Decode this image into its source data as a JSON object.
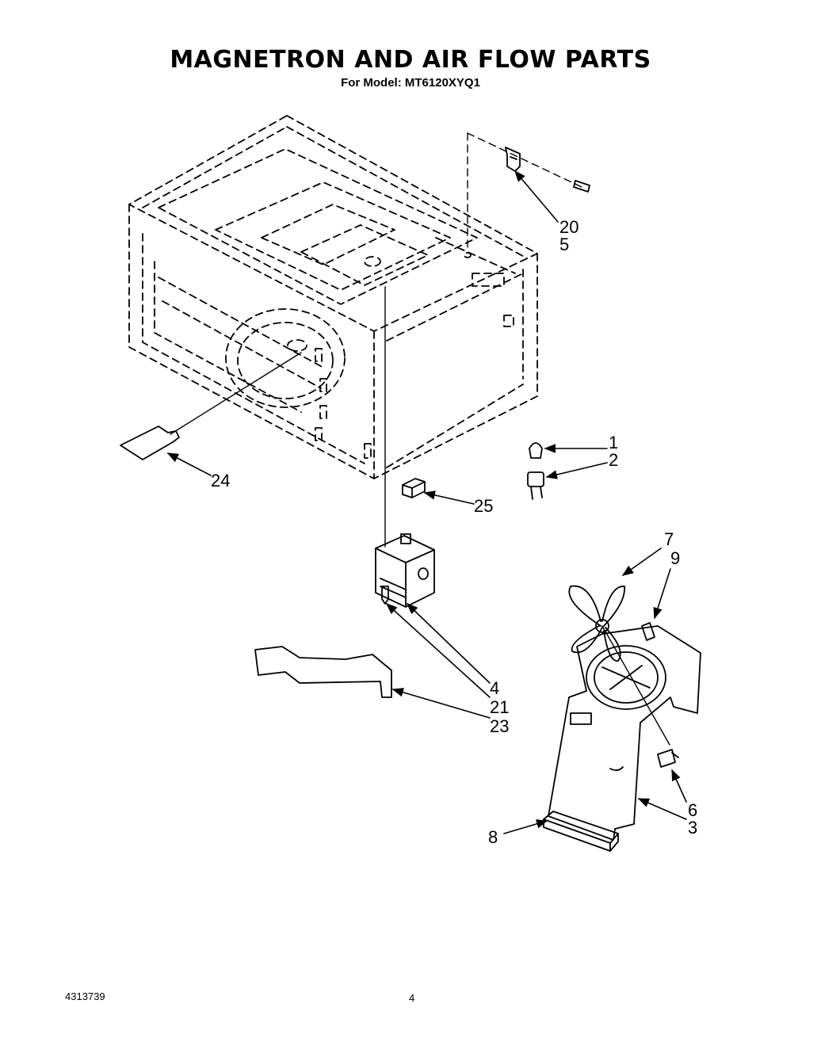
{
  "header": {
    "title": "MAGNETRON AND AIR FLOW PARTS",
    "subtitle": "For Model: MT6120XYQ1"
  },
  "callouts": [
    "20",
    "5",
    "1",
    "2",
    "24",
    "25",
    "7",
    "9",
    "4",
    "21",
    "23",
    "6",
    "3",
    "8"
  ],
  "footer": {
    "doc_number": "4313739",
    "page_number": "4"
  }
}
